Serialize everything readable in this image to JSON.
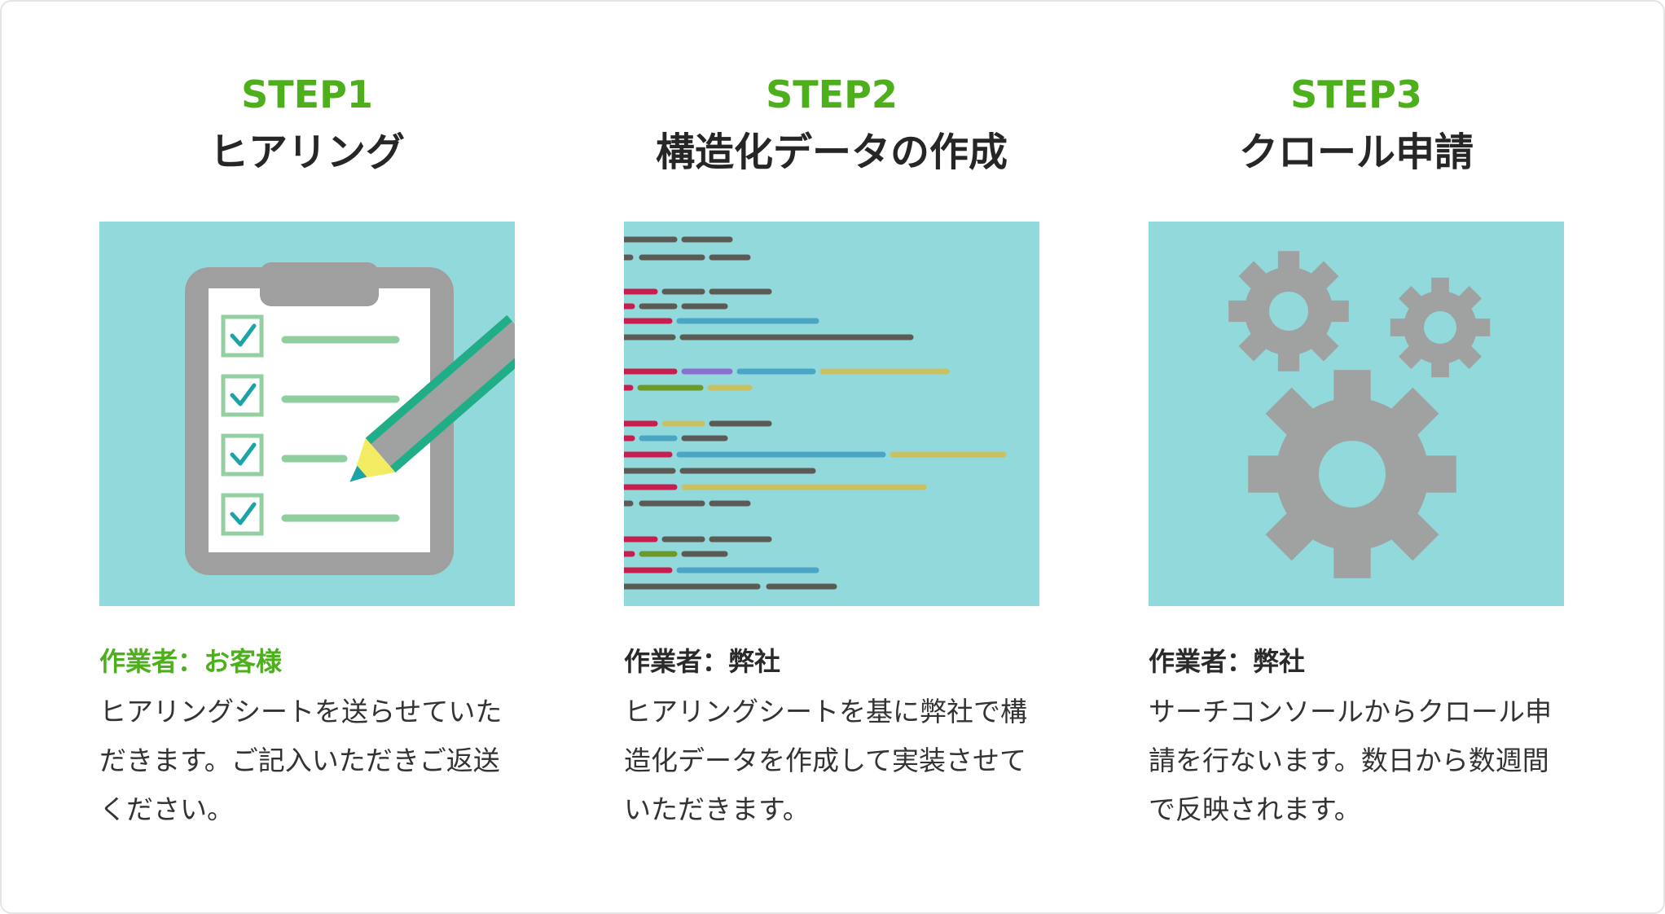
{
  "steps": [
    {
      "step_label": "STEP1",
      "title": "ヒアリング",
      "image_icon": "checklist-clipboard-icon",
      "worker": "作業者：お客様",
      "description": "ヒアリングシートを送らせていただきます。ご記入いただきご返送ください。"
    },
    {
      "step_label": "STEP2",
      "title": "構造化データの作成",
      "image_icon": "code-lines-icon",
      "worker": "作業者：弊社",
      "description": "ヒアリングシートを基に弊社で構造化データを作成して実装させていただきます。"
    },
    {
      "step_label": "STEP3",
      "title": "クロール申請",
      "image_icon": "gears-icon",
      "worker": "作業者：弊社",
      "description": "サーチコンソールからクロール申請を行ないます。数日から数週間で反映されます。"
    }
  ],
  "colors": {
    "accent_green": "#4caf1b",
    "illustration_bg": "#91d9da",
    "gear_gray": "#a0a2a1"
  }
}
